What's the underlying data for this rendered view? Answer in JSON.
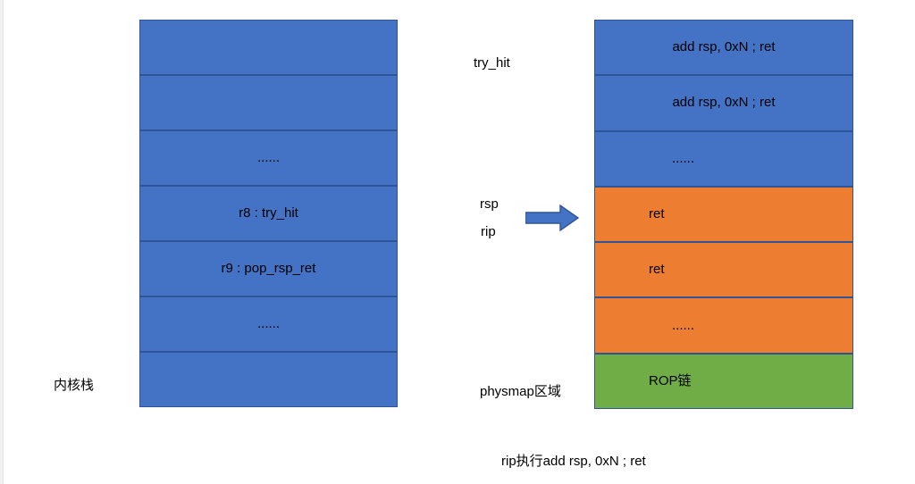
{
  "diagram": {
    "colors": {
      "blue": "#4472C4",
      "orange": "#ED7D31",
      "green": "#70AD47",
      "border": "#2F5597",
      "arrow_fill": "#4472C4",
      "arrow_border": "#2F5597"
    },
    "kernel_stack": {
      "label": "内核栈",
      "cells": [
        {
          "text": "",
          "color": "blue",
          "align": "center"
        },
        {
          "text": "",
          "color": "blue",
          "align": "center"
        },
        {
          "text": "......",
          "color": "blue",
          "align": "center"
        },
        {
          "text": "r8 : try_hit",
          "color": "blue",
          "align": "center"
        },
        {
          "text": "r9 : pop_rsp_ret",
          "color": "blue",
          "align": "center"
        },
        {
          "text": "......",
          "color": "blue",
          "align": "center"
        },
        {
          "text": "",
          "color": "blue",
          "align": "center"
        }
      ]
    },
    "physmap_stack": {
      "label": "physmap区域",
      "cells": [
        {
          "text": "add rsp, 0xN ; ret",
          "color": "blue",
          "align": "center"
        },
        {
          "text": "add rsp, 0xN ; ret",
          "color": "blue",
          "align": "center"
        },
        {
          "text": "......",
          "color": "blue",
          "align": "indent-sm"
        },
        {
          "text": "ret",
          "color": "orange",
          "align": "indent"
        },
        {
          "text": "ret",
          "color": "orange",
          "align": "indent"
        },
        {
          "text": "......",
          "color": "orange",
          "align": "indent-sm"
        },
        {
          "text": "ROP链",
          "color": "green",
          "align": "indent"
        }
      ]
    },
    "annotations": {
      "try_hit": "try_hit",
      "rsp": "rsp",
      "rip": "rip",
      "arrow": "right-arrow"
    },
    "caption": "rip执行add rsp, 0xN ; ret"
  }
}
